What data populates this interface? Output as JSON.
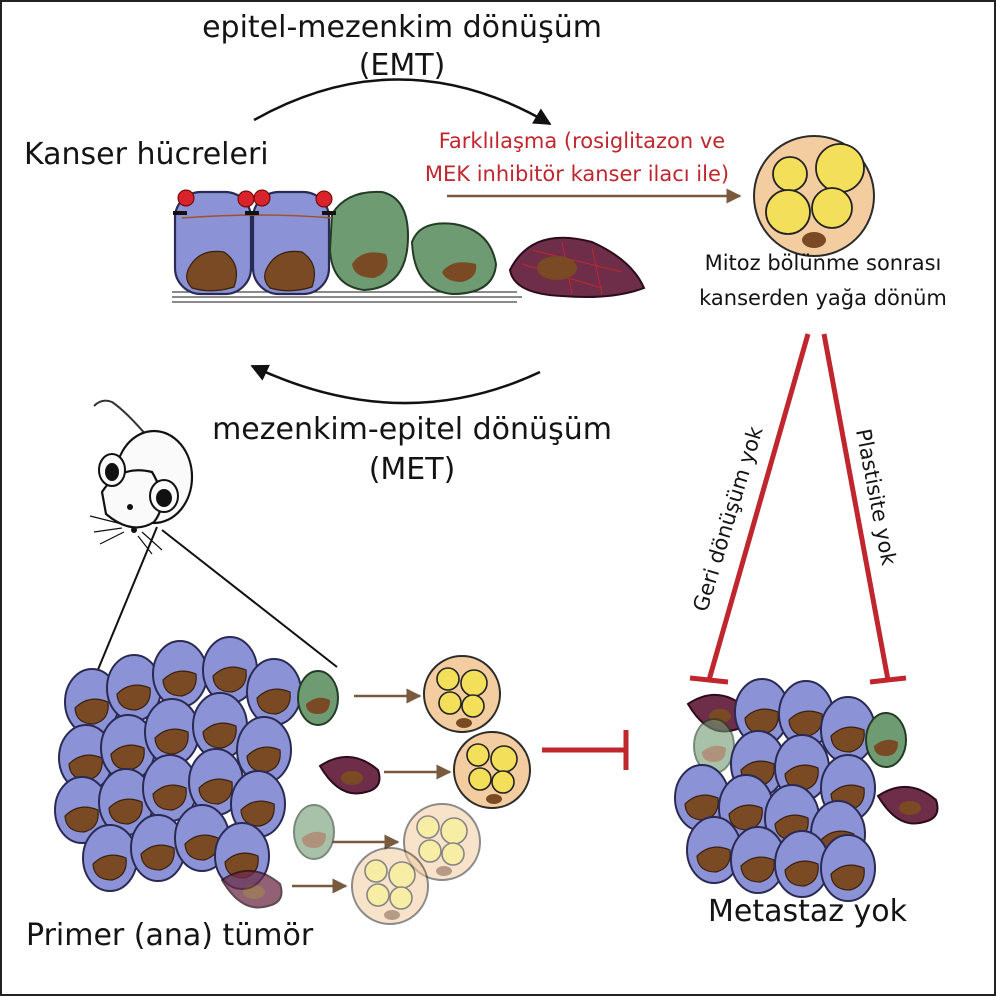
{
  "labels": {
    "emt_line1": "epitel-mezenkim dönüşüm",
    "emt_line2": "(EMT)",
    "cancer_cells": "Kanser hücreleri",
    "diff_line1": "Farklılaşma (rosiglitazon ve",
    "diff_line2": "MEK inhibitör kanser ilacı ile)",
    "mitosis_line1": "Mitoz bölünme sonrası",
    "mitosis_line2": "kanserden yağa dönüm",
    "met_line1": "mezenkim-epitel dönüşüm",
    "met_line2": "(MET)",
    "no_reversion": "Geri dönüşüm yok",
    "no_plasticity": "Plastisite yok",
    "primary_tumor": "Primer (ana) tümör",
    "no_metastasis": "Metastaz yok"
  },
  "colors": {
    "epithelial_cell": "#8b93d6",
    "nucleus": "#7a4a25",
    "mesenchymal_cell": "#6f9b72",
    "invasive_cell": "#6e2d48",
    "fat_cell": "#f3cda0",
    "lipid_droplet": "#f3df5a",
    "inhibition": "#c0262d",
    "differentiation_arrow": "#7a5a3e"
  }
}
